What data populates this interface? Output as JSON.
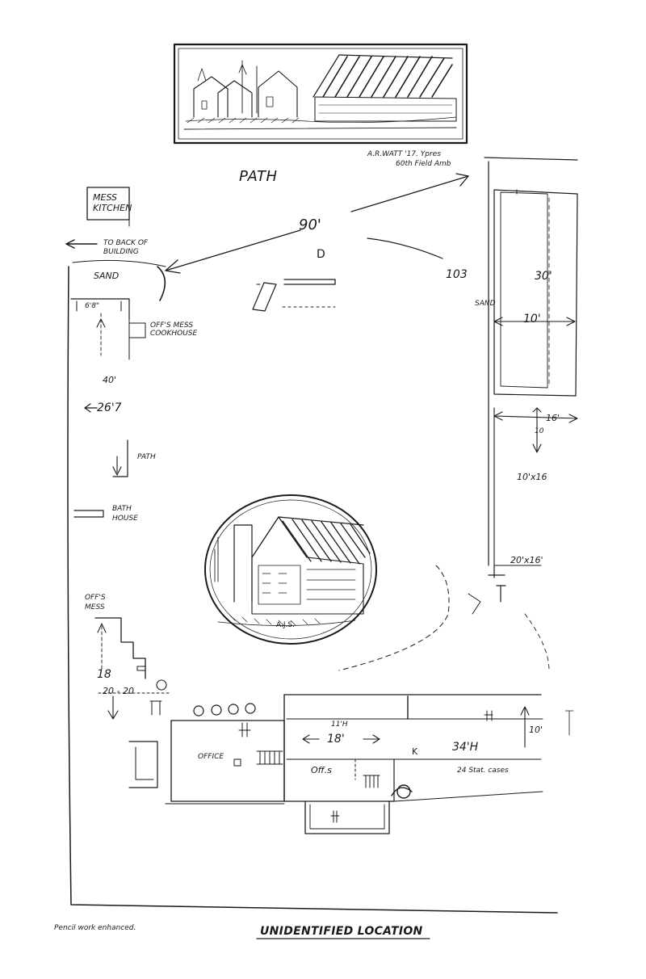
{
  "page": {
    "caption": "UNIDENTIFIED LOCATION",
    "footnote": "Pencil work enhanced."
  },
  "vignettes": {
    "top_signature": "A.R.WATT '17. Ypres",
    "top_unit": "60th Field Amb",
    "medallion_initials": "A.J.S."
  },
  "labels": {
    "path_top": "PATH",
    "mess_kitchen": "MESS KITCHEN",
    "to_back_of_building": "TO BACK OF BUILDING",
    "sand_left": "SAND",
    "off_mess_cookhouse": "OFF'S MESS COOKHOUSE",
    "dim_6_8": "6'8\"",
    "dim_40": "40'",
    "dim_26_7": "26'7",
    "path_left": "PATH",
    "bath_house": "BATH HOUSE",
    "off_mess": "OFF'S MESS",
    "dim_18_left": "18",
    "dim_20_20": "20 - 20",
    "dim_90": "90'",
    "letter_d": "D",
    "num_103": "103",
    "sand_right": "SAND",
    "dim_30": "30'",
    "dim_10": "10'",
    "dim_16": "16'",
    "dim_10_small": "10",
    "dim_10x16": "10'x16",
    "dim_20x16": "20'x16'",
    "office": "OFFICE",
    "dim_18_h": "18'",
    "dim_11h": "11'H",
    "offs": "Off.s",
    "dim_34h": "34'H",
    "dim_10_right": "10'",
    "stat_cases": "24 Stat. cases",
    "letter_k": "K"
  },
  "colors": {
    "ink": "#1a1a1a",
    "paper": "#ffffff"
  }
}
